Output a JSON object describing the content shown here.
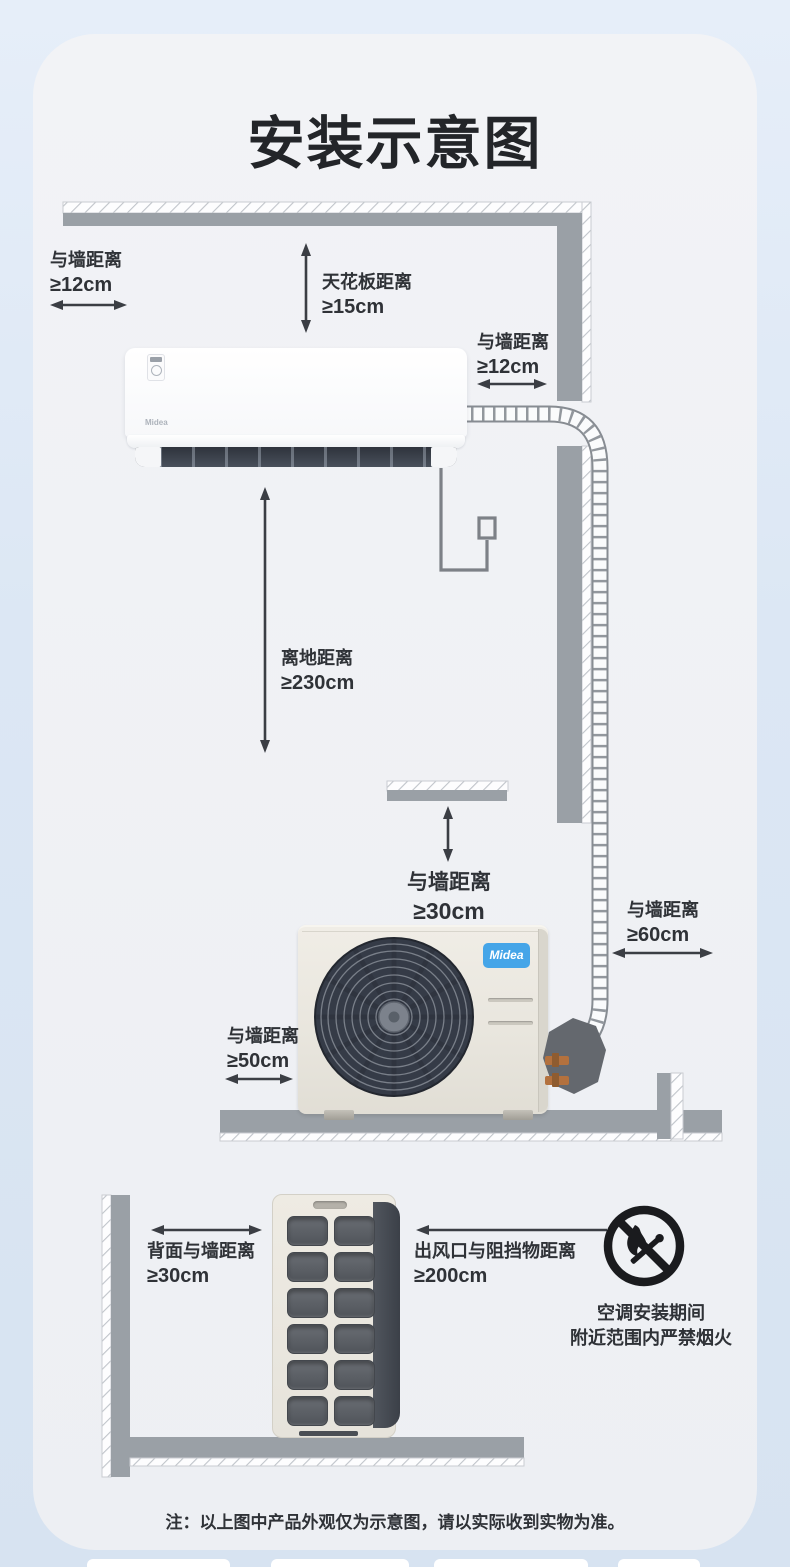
{
  "page": {
    "title": "安装示意图",
    "footer_note": "注：以上图中产品外观仅为示意图，请以实际收到实物为准。"
  },
  "branding": {
    "indoor_logo": "Midea",
    "outdoor_logo": "Midea"
  },
  "labels": {
    "indoor_left_wall": {
      "name": "与墙距离",
      "value": "≥12cm"
    },
    "ceiling": {
      "name": "天花板距离",
      "value": "≥15cm"
    },
    "indoor_right_wall": {
      "name": "与墙距离",
      "value": "≥12cm"
    },
    "floor": {
      "name": "离地距离",
      "value": "≥230cm"
    },
    "outdoor_top_wall": {
      "name": "与墙距离",
      "value": "≥30cm"
    },
    "outdoor_right_wall": {
      "name": "与墙距离",
      "value": "≥60cm"
    },
    "outdoor_left_wall": {
      "name": "与墙距离",
      "value": "≥50cm"
    },
    "rear_back_wall": {
      "name": "背面与墙距离",
      "value": "≥30cm"
    },
    "outlet_obstacle": {
      "name": "出风口与阻挡物距离",
      "value": "≥200cm"
    },
    "no_fire_warning": {
      "line1": "空调安装期间",
      "line2": "附近范围内严禁烟火"
    }
  },
  "colors": {
    "background_blue": "#dde8f5",
    "panel_gray": "#f0f1f4",
    "wall_gray": "#9aa0a6",
    "arrow_dark": "#3b3e44",
    "midea_blue": "#45a5e8",
    "copper": "#b3713e",
    "warning_black": "#1a1b1e"
  }
}
